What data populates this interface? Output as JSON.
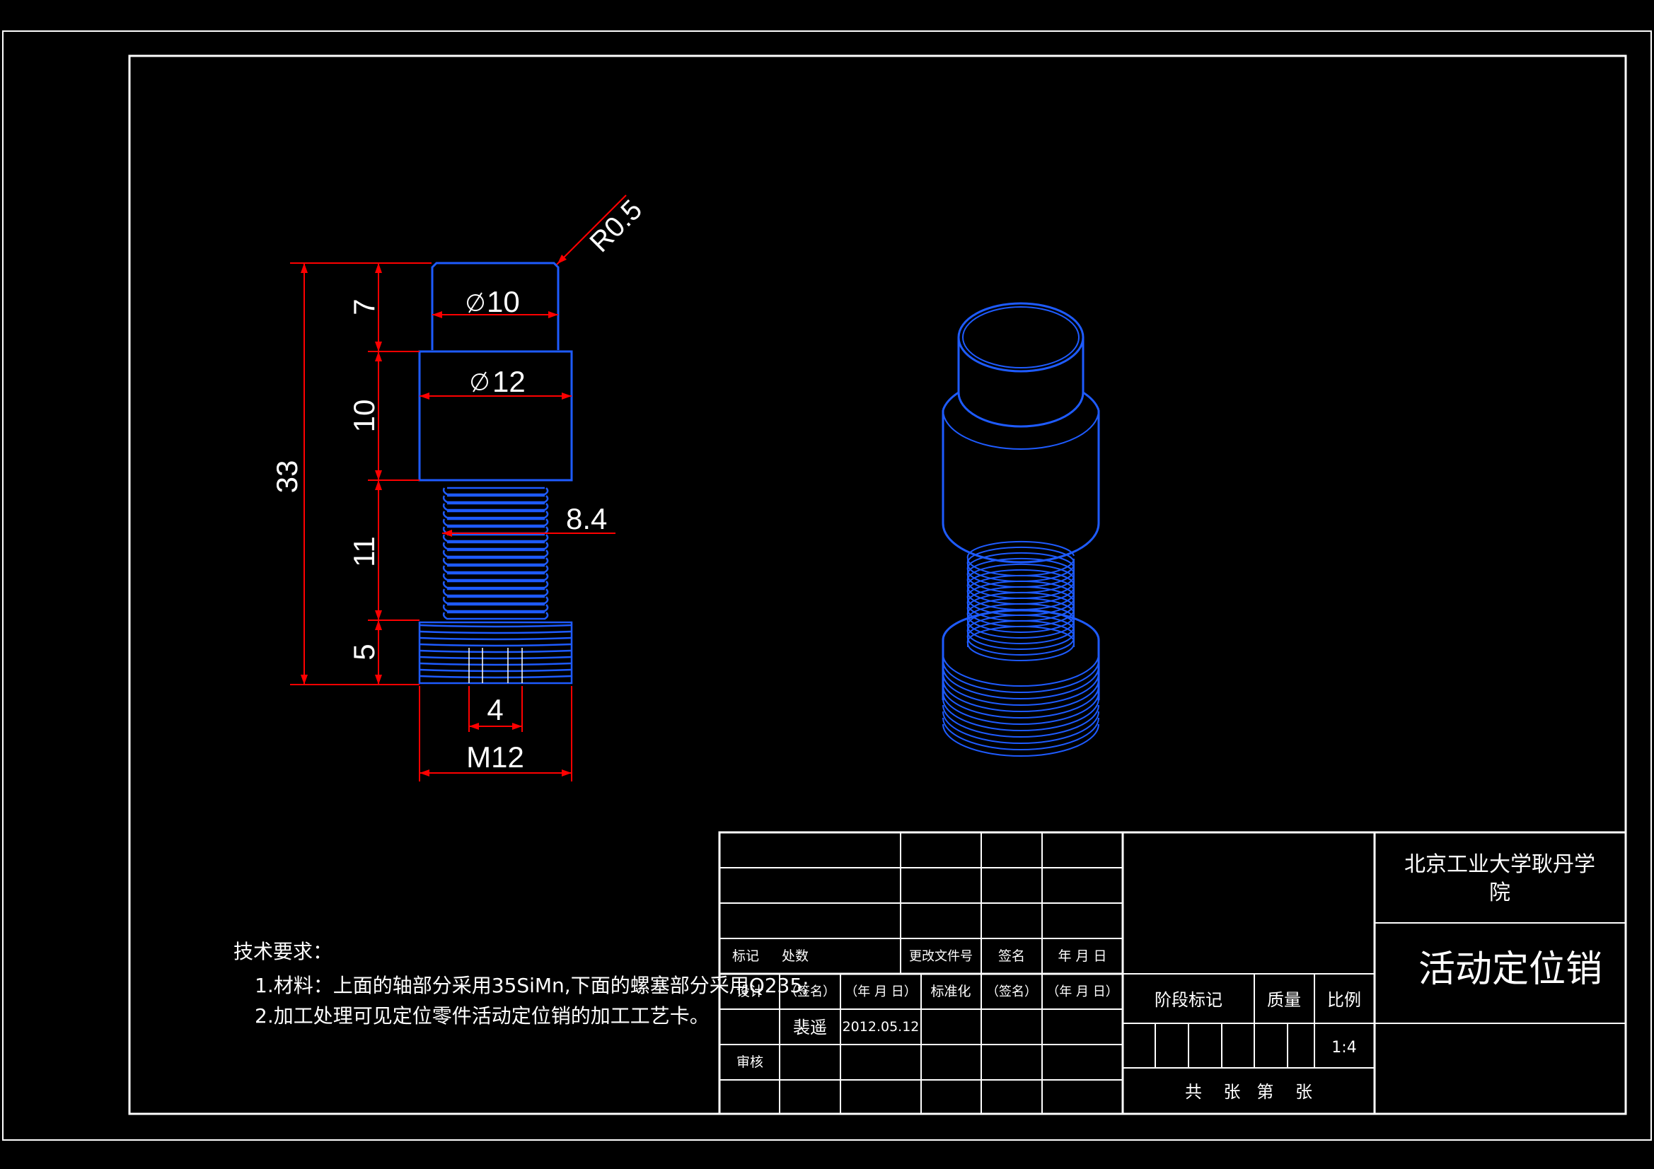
{
  "colors": {
    "background": "#000000",
    "frame": "#ffffff",
    "dimension": "#ff0000",
    "part": "#1e5bff"
  },
  "drawing": {
    "radius_label": "R0.5",
    "dims": {
      "d10": "10",
      "d12": "12",
      "pitch": "8.4",
      "len7": "7",
      "len10": "10",
      "len11": "11",
      "len5": "5",
      "len33": "33",
      "slot": "4",
      "thread": "M12"
    }
  },
  "notes": {
    "title": "技术要求：",
    "line1": "1.材料：上面的轴部分采用35SiMn,下面的螺塞部分采用Q235;",
    "line2": "2.加工处理可见定位零件活动定位销的加工工艺卡。"
  },
  "title_block": {
    "school_line1": "北京工业大学耿丹学",
    "school_line2": "院",
    "part_name": "活动定位销",
    "h_mark": "标记",
    "h_count": "处数",
    "h_change": "更改文件号",
    "h_sign": "签名",
    "h_date": "年 月 日",
    "design": "设计",
    "sign_ph1": "（签名）",
    "date_ph1": "（年 月 日）",
    "standard": "标准化",
    "sign_ph2": "（签名）",
    "date_ph2": "（年 月 日）",
    "designer": "裴遥",
    "design_date": "2012.05.12",
    "review": "审核",
    "stage_mark": "阶段标记",
    "mass": "质量",
    "scale_label": "比例",
    "scale": "1:4",
    "sheets": "共    张   第    张"
  }
}
